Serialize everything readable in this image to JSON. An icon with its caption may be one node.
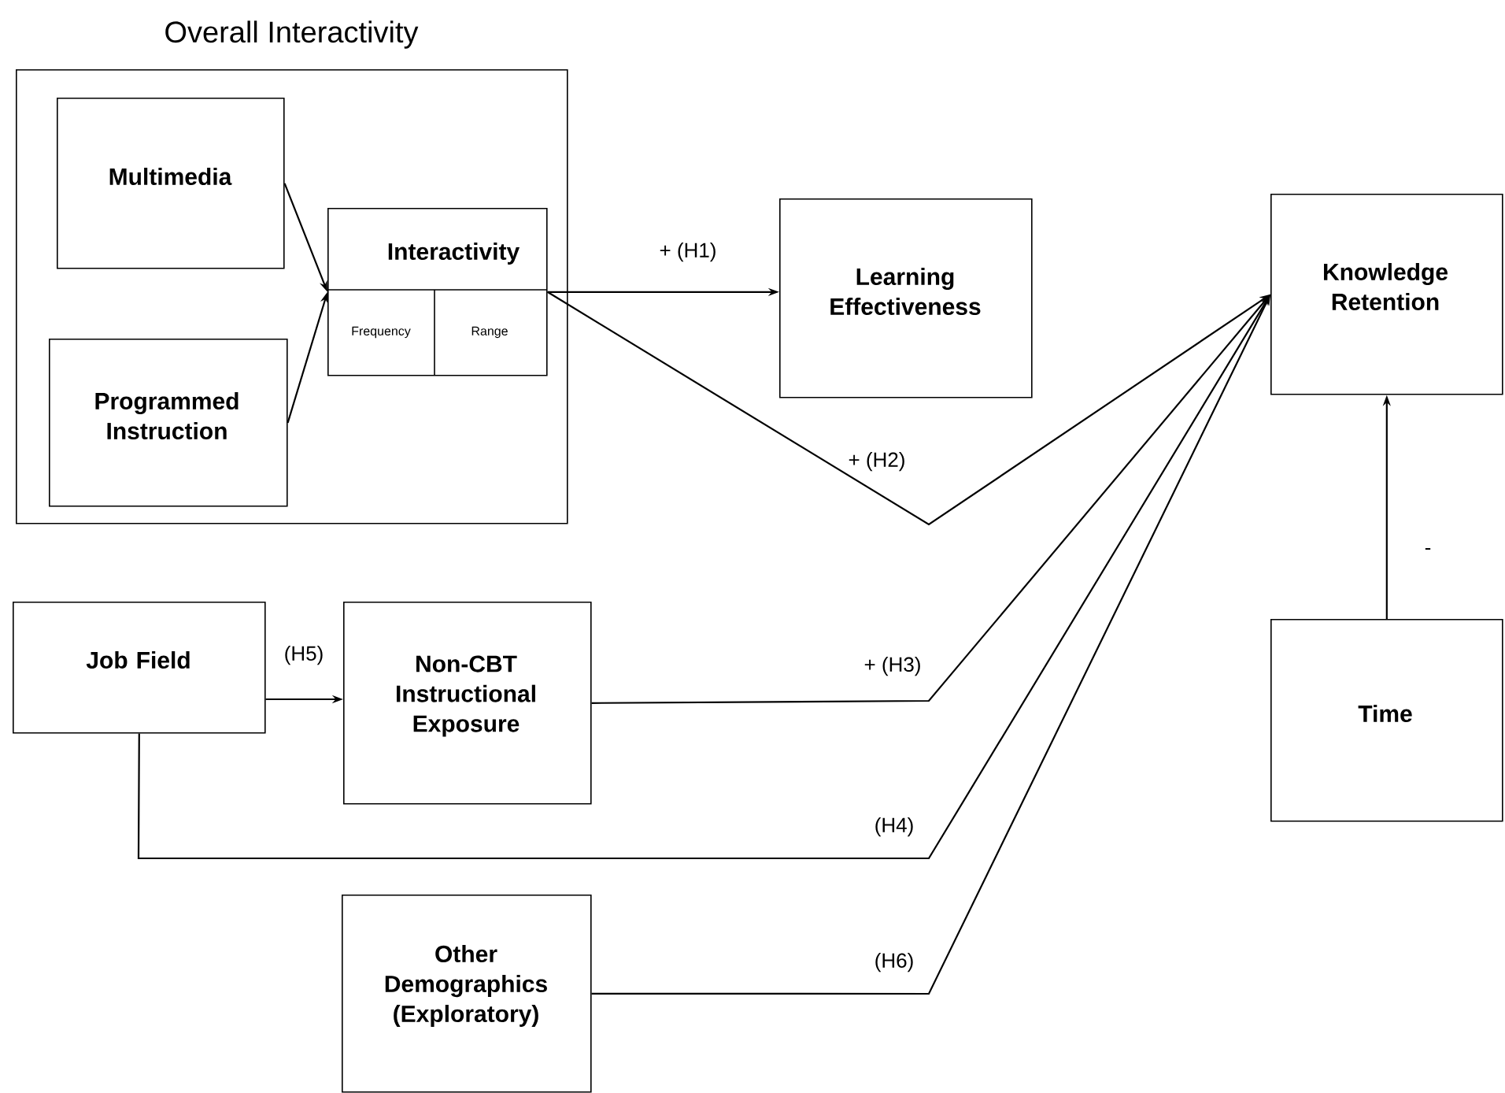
{
  "diagram": {
    "nodes": [
      {
        "text": [
          "Overall Interactivity"
        ]
      },
      {
        "text": [
          "Multimedia"
        ],
        "in": 0
      },
      {
        "text": [
          "Programmed Instruction"
        ],
        "in": 0
      },
      {
        "text": [
          "Interactivity",
          "Frequency",
          "Range"
        ],
        "in": 0
      },
      {
        "text": [
          "Learning Effectiveness"
        ]
      },
      {
        "text": [
          "Knowledge Retention"
        ]
      },
      {
        "text": [
          "Job Field"
        ]
      },
      {
        "text": [
          "Non-CBT Instructional Exposure"
        ]
      },
      {
        "text": [
          "Other Demographics (Exploratory)"
        ]
      },
      {
        "text": [
          "Time"
        ]
      }
    ],
    "edges": [
      {
        "from": 3,
        "to": 4,
        "arrow": "to",
        "label": "+ (H1)"
      },
      {
        "from": 3,
        "to": 5,
        "arrow": "to",
        "label": "+ (H2)"
      },
      {
        "from": 7,
        "to": 5,
        "arrow": "to",
        "label": "+ (H3)"
      },
      {
        "from": 6,
        "to": 5,
        "arrow": "to",
        "label": "(H4)"
      },
      {
        "from": 6,
        "to": 7,
        "arrow": "to",
        "label": "(H5)"
      },
      {
        "from": 8,
        "to": 5,
        "arrow": "to",
        "label": "(H6)"
      },
      {
        "from": 9,
        "to": 5,
        "arrow": "to",
        "label": "-"
      },
      {
        "from": 1,
        "to": 3,
        "arrow": "to"
      },
      {
        "from": 2,
        "to": 3,
        "arrow": "to"
      }
    ]
  }
}
